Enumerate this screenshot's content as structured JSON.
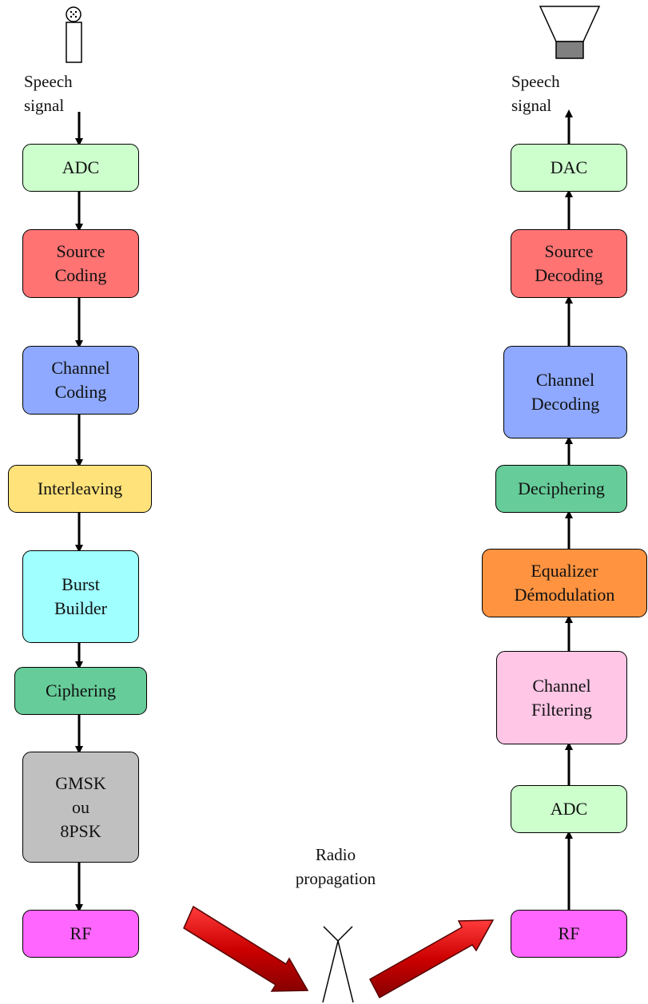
{
  "transmitter": {
    "input_label": "Speech\nsignal",
    "blocks": [
      {
        "label": "ADC",
        "color": "#ccffcc"
      },
      {
        "label": "Source\nCoding",
        "color": "#ff7373"
      },
      {
        "label": "Channel\nCoding",
        "color": "#8ea9ff"
      },
      {
        "label": "Interleaving",
        "color": "#ffe27a"
      },
      {
        "label": "Burst\nBuilder",
        "color": "#a0ffff"
      },
      {
        "label": "Ciphering",
        "color": "#66cc99"
      },
      {
        "label": "GMSK\nou\n8PSK",
        "color": "#c0c0c0"
      },
      {
        "label": "RF",
        "color": "#ff66ff"
      }
    ]
  },
  "channel": {
    "label": "Radio\npropagation"
  },
  "receiver": {
    "output_label": "Speech\nsignal",
    "blocks": [
      {
        "label": "DAC",
        "color": "#ccffcc"
      },
      {
        "label": "Source\nDecoding",
        "color": "#ff7373"
      },
      {
        "label": "Channel\nDecoding",
        "color": "#8ea9ff"
      },
      {
        "label": "Deciphering",
        "color": "#66cc99"
      },
      {
        "label": "Equalizer\nDémodulation",
        "color": "#ff9340"
      },
      {
        "label": "Channel\nFiltering",
        "color": "#ffc6e6"
      },
      {
        "label": "ADC",
        "color": "#ccffcc"
      },
      {
        "label": "RF",
        "color": "#ff66ff"
      }
    ]
  },
  "colors": {
    "propagation_arrow": "#cc0000",
    "speaker_cone": "#808080"
  },
  "icons": {
    "source": "microphone-icon",
    "sink": "loudspeaker-icon",
    "channel": "antenna-icon"
  }
}
